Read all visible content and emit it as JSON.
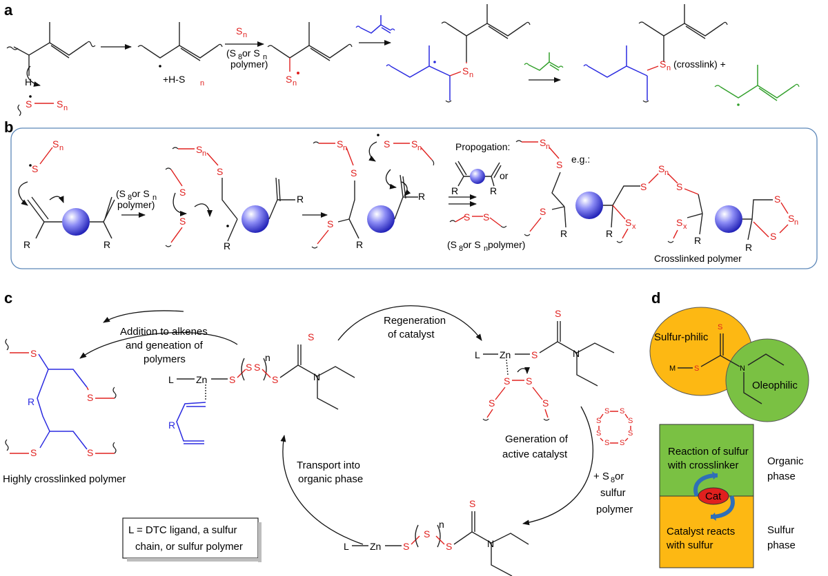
{
  "panels": {
    "a": "a",
    "b": "b",
    "c": "c",
    "d": "d"
  },
  "panel_a": {
    "s_radical": "S",
    "s_n": "S",
    "sub_n": "n",
    "h_atom": "H",
    "plus_h_s": "+H-S",
    "reagent": "S",
    "cond1": "(S",
    "cond_8": "8",
    "cond1b": " or S",
    "cond_n": "n",
    "cond2": "polymer)",
    "crosslink": "(crosslink) +"
  },
  "panel_b": {
    "cond1": "(S",
    "cond_8": "8",
    "cond1b": " or S",
    "cond_n": "n",
    "cond2": "polymer)",
    "propagation": "Propogation:",
    "or_word": "or",
    "eg": "e.g.:",
    "sulfur_note": "(S",
    "sulfur_note_8": "8",
    "sulfur_note_b": " or S",
    "sulfur_note_n": "n",
    "sulfur_note_c": " polymer)",
    "crosslinked": "Crosslinked polymer",
    "r": "R",
    "s": "S",
    "sx": "S",
    "sub_x": "x"
  },
  "panel_c": {
    "addition_1": "Addition to alkenes",
    "addition_2": "and geneation of",
    "addition_3": "polymers",
    "regen_1": "Regeneration",
    "regen_2": "of catalyst",
    "gen_1": "Generation of",
    "gen_2": "active catalyst",
    "plus_s8_1": "+ S",
    "plus_s8_sub": "8",
    "plus_s8_1b": " or",
    "plus_s8_2": "sulfur",
    "plus_s8_3": "polymer",
    "transport_1": "Transport into",
    "transport_2": "organic phase",
    "highly": "Highly crosslinked polymer",
    "legend_1": "L = DTC ligand, a sulfur",
    "legend_2": "chain, or sulfur polymer",
    "l": "L",
    "zn": "Zn",
    "n_atom": "N",
    "r": "R",
    "s": "S",
    "sub_n": "n"
  },
  "panel_d": {
    "sulfur_philic": "Sulfur-philic",
    "oleophilic": "Oleophilic",
    "m": "M",
    "s": "S",
    "n_atom": "N",
    "reaction_1": "Reaction of sulfur",
    "reaction_2": "with crosslinker",
    "catalyst_1": "Catalyst reacts",
    "catalyst_2": "with sulfur",
    "cat": "Cat",
    "organic_1": "Organic",
    "organic_2": "phase",
    "sulfur_1": "Sulfur",
    "sulfur_2": "phase"
  },
  "colors": {
    "sulfur": "#e0201e",
    "blue_chain": "#2a2ae0",
    "green_chain": "#33a02c",
    "orange_phase": "#fdb813",
    "green_phase": "#7ac143",
    "panel_b_border": "#5b86b8"
  }
}
